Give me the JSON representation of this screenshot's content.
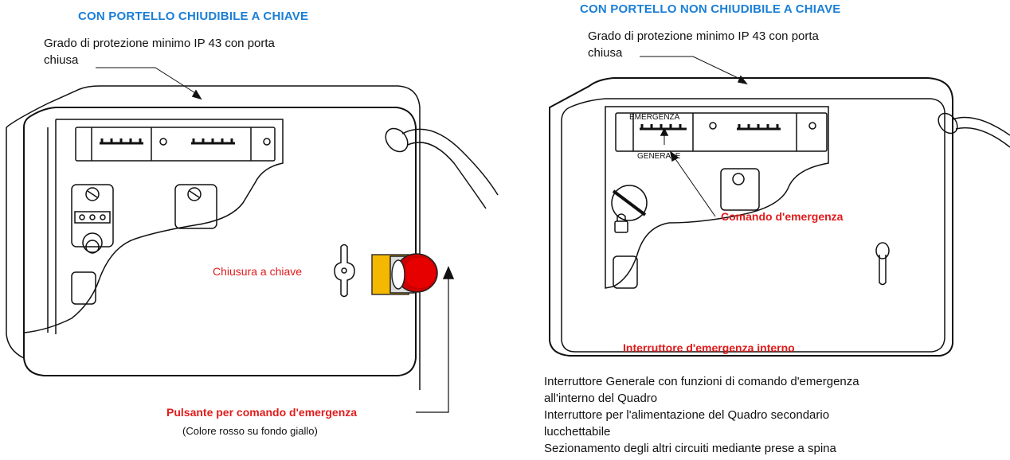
{
  "left_panel": {
    "title": "CON PORTELLO CHIUDIBILE A CHIAVE",
    "protection_line1": "Grado di protezione minimo IP 43 con porta",
    "protection_line2": "chiusa",
    "key_lock_label": "Chiusura a chiave",
    "button_label": "Pulsante per comando d'emergenza",
    "button_note": "(Colore rosso su fondo giallo)"
  },
  "right_panel": {
    "title": "CON PORTELLO NON CHIUDIBILE A CHIAVE",
    "protection_line1": "Grado di protezione minimo IP 43 con porta",
    "protection_line2": "chiusa",
    "switch_label_top": "EMERGENZA",
    "switch_label_bottom": "GENERALE",
    "command_label": "Comando d'emergenza",
    "internal_switch_label": "Interruttore d'emergenza interno",
    "notes": [
      "Interruttore Generale con funzioni di comando d'emergenza",
      "all'interno del Quadro",
      "Interruttore per l'alimentazione del Quadro secondario",
      "lucchettabile",
      "Sezionamento degli altri circuiti mediante prese a spina"
    ]
  },
  "colors": {
    "title_blue": "#1a7fd6",
    "label_red": "#e11b1b",
    "button_red": "#e60000",
    "button_yellow": "#f5b800"
  },
  "icons": [
    "cable-icon",
    "key-lock-icon",
    "emergency-button-icon",
    "padlock-icon",
    "door-handle-icon",
    "breaker-icon",
    "socket-icon"
  ]
}
